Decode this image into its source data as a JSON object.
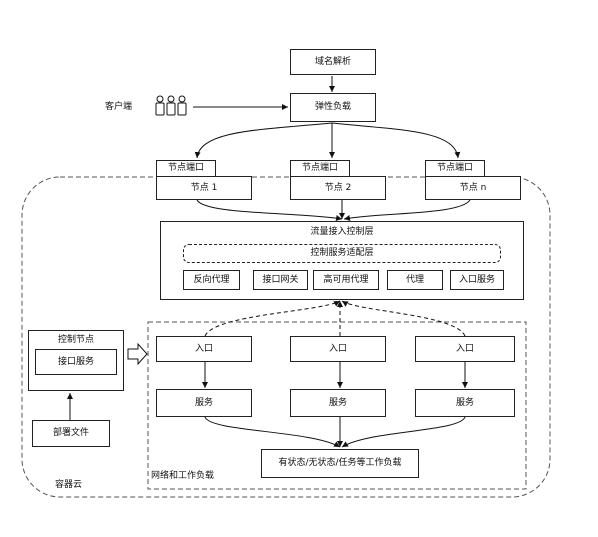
{
  "dns": "域名解析",
  "client": "客户端",
  "lb": "弹性负载",
  "node_ports": [
    "节点端口",
    "节点端口",
    "节点端口"
  ],
  "nodes": [
    "节点 1",
    "节点 2",
    "节点 n"
  ],
  "ingress_layer": {
    "title": "流量接入控制层",
    "adapter": "控制服务适配层",
    "items": [
      "反向代理",
      "接口网关",
      "高可用代理",
      "代理",
      "入口服务"
    ]
  },
  "control_node": {
    "title": "控制节点",
    "api": "接口服务"
  },
  "deploy_file": "部署文件",
  "entries": [
    "入口",
    "入口",
    "入口"
  ],
  "services": [
    "服务",
    "服务",
    "服务"
  ],
  "workload": "有状态/无状态/任务等工作负载",
  "network_label": "网络和工作负载",
  "cloud_label": "容器云"
}
